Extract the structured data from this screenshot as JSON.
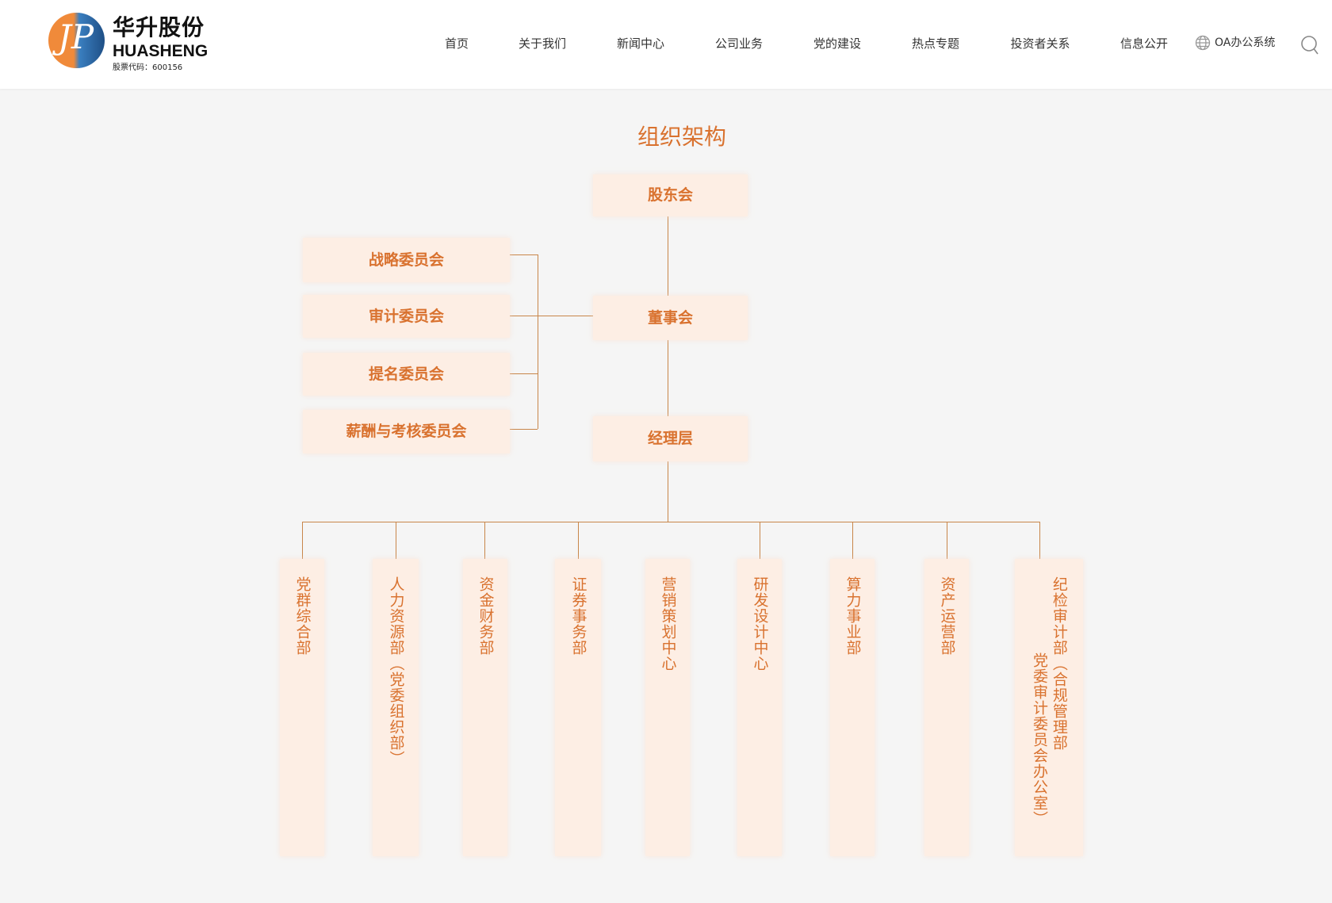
{
  "header": {
    "logo_cn": "华升股份",
    "logo_en": "HUASHENG",
    "stock_code": "股票代码：600156",
    "nav": [
      "首页",
      "关于我们",
      "新闻中心",
      "公司业务",
      "党的建设",
      "热点专题",
      "投资者关系",
      "信息公开"
    ],
    "oa": "OA办公系统"
  },
  "org": {
    "title": "组织架构",
    "shareholders": "股东会",
    "board": "董事会",
    "management": "经理层",
    "committees": [
      "战略委员会",
      "审计委员会",
      "提名委员会",
      "薪酬与考核委员会"
    ],
    "departments": [
      "党群综合部",
      "人力资源部（党委组织部）",
      "资金财务部",
      "证券事务部",
      "营销策划中心",
      "研发设计中心",
      "算力事业部",
      "资产运营部"
    ],
    "last_department": [
      "纪检审计部（合规管理部",
      "党委审计委员会办公室）"
    ]
  },
  "colors": {
    "accent": "#d9722f",
    "box": "#fdeee4",
    "line": "#c8864a"
  }
}
